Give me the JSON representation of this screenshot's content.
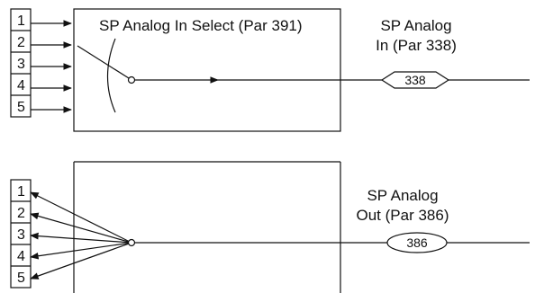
{
  "diagram": {
    "top": {
      "select_label": "SP Analog In Select (Par 391)",
      "inputs": [
        "1",
        "2",
        "3",
        "4",
        "5"
      ],
      "param_title_line1": "SP Analog",
      "param_title_line2": "In (Par 338)",
      "param_value": "338"
    },
    "bottom": {
      "outputs": [
        "1",
        "2",
        "3",
        "4",
        "5"
      ],
      "param_title_line1": "SP Analog",
      "param_title_line2": "Out (Par 386)",
      "param_value": "386"
    }
  }
}
